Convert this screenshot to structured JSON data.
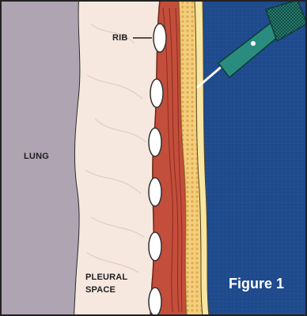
{
  "labels": {
    "lung": "LUNG",
    "rib": "RIB",
    "pleural_space_line1": "PLEURAL",
    "pleural_space_line2": "SPACE",
    "figure": "Figure 1"
  },
  "colors": {
    "lung": "#aea4b2",
    "pleural_space": "#f6e8df",
    "muscle": "#c24e3b",
    "rib": "#ffffff",
    "fat_layer": "#f2cf7e",
    "skin": "#f8e6a2",
    "background": "#1f4a8c",
    "needle": "#2a8c7e"
  },
  "icons": [
    "needle-icon"
  ]
}
